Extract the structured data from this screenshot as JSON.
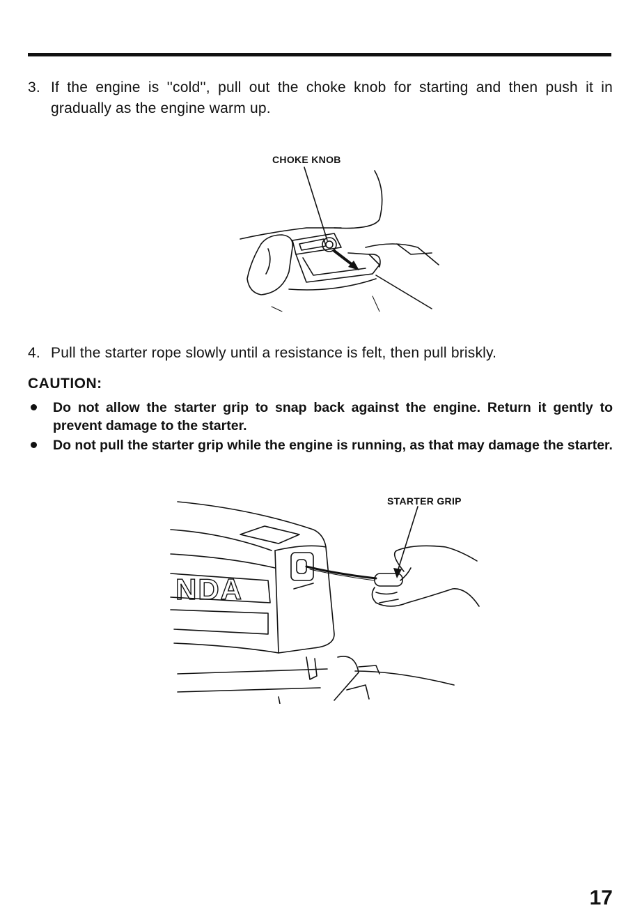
{
  "step3": {
    "number": "3.",
    "text": "If the engine is ''cold'', pull out the choke knob for starting and then push it in gradually as the engine warm up."
  },
  "figure1": {
    "label": "CHOKE KNOB"
  },
  "step4": {
    "number": "4.",
    "text": "Pull the starter rope slowly until a resistance is felt, then pull briskly."
  },
  "caution": {
    "title": "CAUTION:",
    "items": [
      "Do not allow the starter grip to snap back against the engine. Return it gently to prevent damage to the starter.",
      "Do not pull the starter grip while the engine is running, as that may damage the starter."
    ]
  },
  "figure2": {
    "label": "STARTER GRIP",
    "brand_text": "NDA"
  },
  "page_number": "17"
}
